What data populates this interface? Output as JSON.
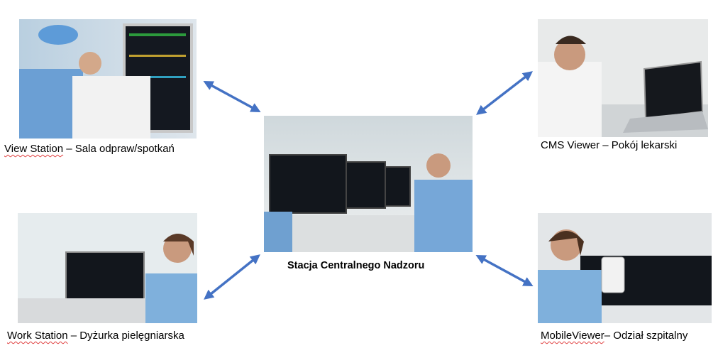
{
  "nodes": {
    "view_station": {
      "name": "View Station",
      "sep": " – ",
      "location": "Sala odpraw/spotkań"
    },
    "cms_viewer": {
      "name": "CMS Viewer",
      "sep": " – ",
      "location": "Pokój lekarski"
    },
    "central": {
      "label": "Stacja Centralnego Nadzoru"
    },
    "work_station": {
      "name": "Work Station",
      "sep": " – ",
      "location": "Dyżurka pielęgniarska"
    },
    "mobile_viewer": {
      "name": "MobileViewer",
      "sep": "– ",
      "location": "Odział szpitalny"
    }
  },
  "colors": {
    "arrow": "#4472C4",
    "spellcheck": "#e04040"
  }
}
